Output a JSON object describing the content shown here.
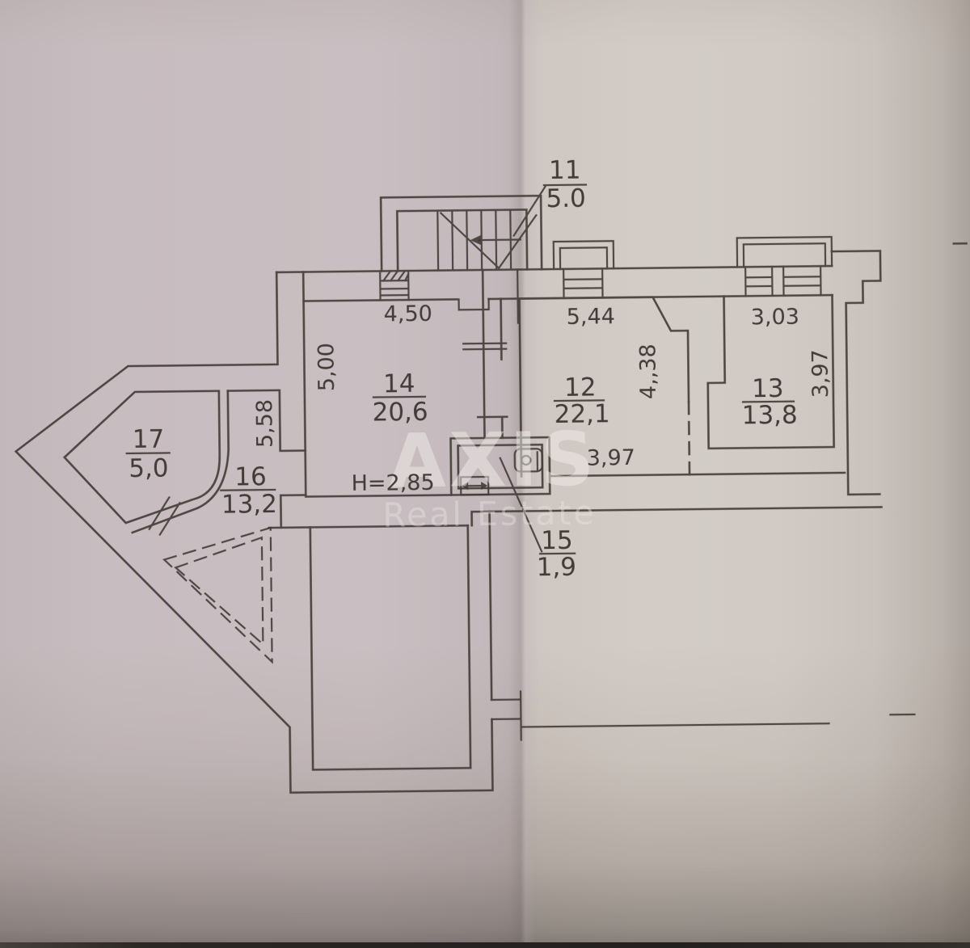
{
  "watermark": {
    "brand": "AXIS",
    "subtitle": "Real Estate"
  },
  "rooms": {
    "r11": {
      "number": "11",
      "area": "5.0"
    },
    "r12": {
      "number": "12",
      "area": "22,1"
    },
    "r13": {
      "number": "13",
      "area": "13,8"
    },
    "r14": {
      "number": "14",
      "area": "20,6"
    },
    "r15": {
      "number": "15",
      "area": "1,9"
    },
    "r16": {
      "number": "16",
      "area": "13,2"
    },
    "r17": {
      "number": "17",
      "area": "5,0"
    }
  },
  "dimensions": {
    "room14_top": "4,50",
    "room14_left": "5,00",
    "room12_top": "5,44",
    "room12_right": "4,,38",
    "room12_bottom": "3,97",
    "room13_top": "3,03",
    "room13_right": "3,97",
    "room16_height": "5,58",
    "ceiling_height": "H=2,85"
  }
}
